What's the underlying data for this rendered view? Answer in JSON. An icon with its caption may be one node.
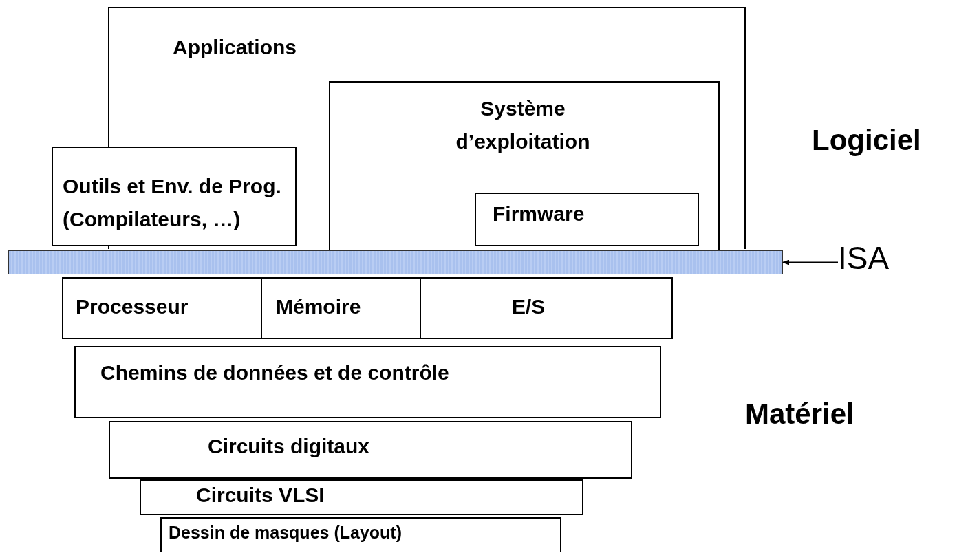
{
  "diagram": {
    "nodes": [
      {
        "text": [
          "Applications"
        ]
      },
      {
        "text": [
          "Système d’exploitation"
        ],
        "in": 0
      },
      {
        "text": [
          "Outils et Env. de Prog. (Compilateurs, …)"
        ]
      },
      {
        "text": [
          "Firmware"
        ],
        "in": 1
      },
      {
        "text": [],
        "shape": "bar"
      },
      {
        "text": [
          "ISA"
        ]
      },
      {
        "text": [
          "Processeur"
        ]
      },
      {
        "text": [
          "Mémoire"
        ]
      },
      {
        "text": [
          "E/S"
        ]
      },
      {
        "text": [
          "Chemins de données et de contrôle"
        ]
      },
      {
        "text": [
          "Circuits digitaux"
        ]
      },
      {
        "text": [
          "Circuits VLSI"
        ]
      },
      {
        "text": [
          "Dessin de masques (Layout)"
        ]
      }
    ],
    "edges": [
      {
        "from": 5,
        "to": 4,
        "arrow": "to"
      }
    ],
    "labels": [
      "Logiciel",
      "Matériel"
    ]
  }
}
